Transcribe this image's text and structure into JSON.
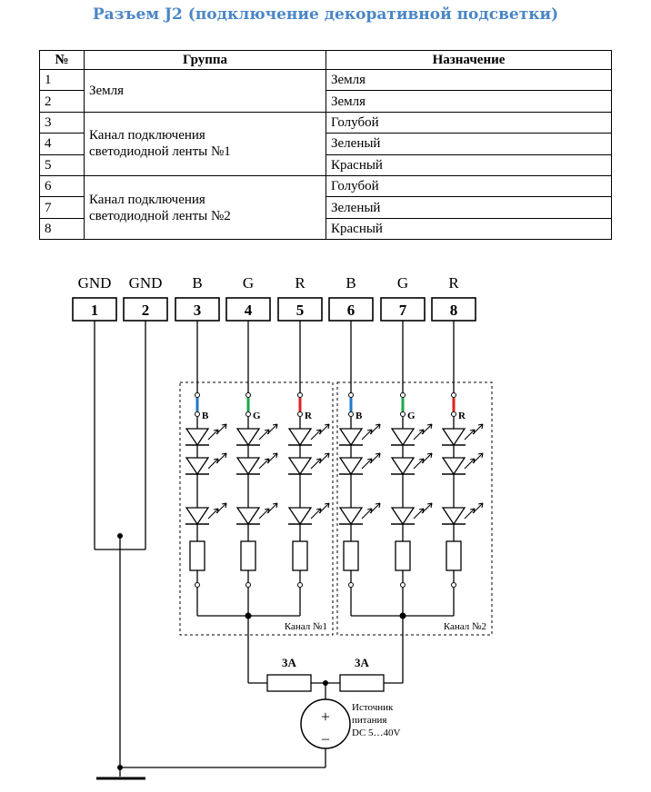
{
  "title": "Разъем J2 (подключение декоративной подсветки)",
  "table": {
    "headers": [
      "№",
      "Группа",
      "Назначение"
    ],
    "groups": [
      {
        "name": "Земля",
        "rows": [
          {
            "n": "1",
            "purpose": "Земля"
          },
          {
            "n": "2",
            "purpose": "Земля"
          }
        ]
      },
      {
        "name_line1": "Канал подключения",
        "name_line2": "светодиодной ленты  №1",
        "rows": [
          {
            "n": "3",
            "purpose": "Голубой"
          },
          {
            "n": "4",
            "purpose": "Зеленый"
          },
          {
            "n": "5",
            "purpose": "Красный"
          }
        ]
      },
      {
        "name_line1": "Канал подключения",
        "name_line2": "светодиодной ленты  №2",
        "rows": [
          {
            "n": "6",
            "purpose": "Голубой"
          },
          {
            "n": "7",
            "purpose": "Зеленый"
          },
          {
            "n": "8",
            "purpose": "Красный"
          }
        ]
      }
    ]
  },
  "diagram": {
    "pin_labels": [
      "GND",
      "GND",
      "B",
      "G",
      "R",
      "B",
      "G",
      "R"
    ],
    "pin_numbers": [
      "1",
      "2",
      "3",
      "4",
      "5",
      "6",
      "7",
      "8"
    ],
    "led_letters": [
      "B",
      "G",
      "R",
      "B",
      "G",
      "R"
    ],
    "channel1_label": "Канал №1",
    "channel2_label": "Канал №2",
    "fuse_label": "3А",
    "source_line1": "Источник",
    "source_line2": "питания",
    "source_line3": "DC 5…40V",
    "plus_sign": "+",
    "minus_sign": "–",
    "colors": {
      "blue": "#1f78c8",
      "green": "#1aa84a",
      "red": "#e02020",
      "title": "#4a86c6"
    }
  }
}
